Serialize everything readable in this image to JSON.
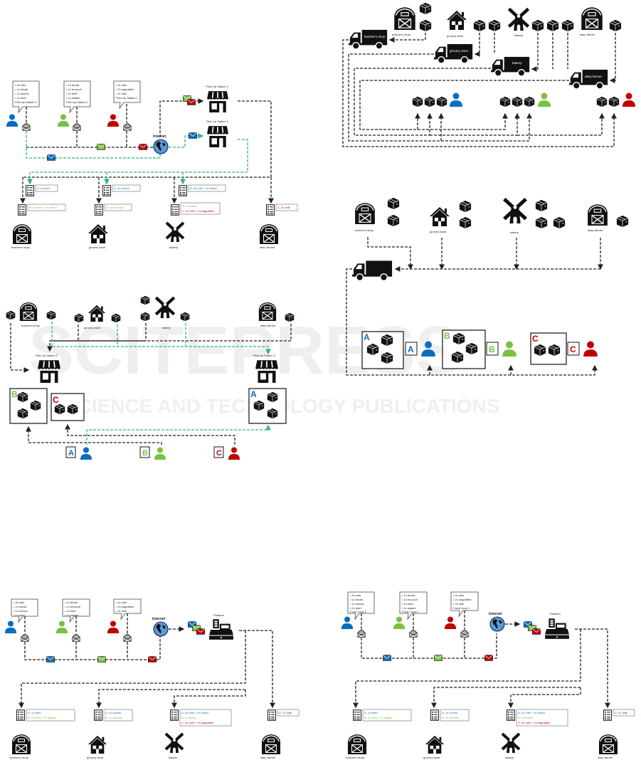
{
  "colors": {
    "customer_a": "#0a6dbf",
    "customer_b": "#7ac143",
    "customer_c": "#c00000",
    "green_flow": "#2fb58a",
    "black": "#111111"
  },
  "watermark": {
    "line1": "SCITEPRESS",
    "line2": "SCIENCE AND TECHNOLOGY PUBLICATIONS"
  },
  "labels": {
    "internet": "Internet",
    "platform": "Platform",
    "pickup1": "Pick-Up Station 1",
    "pickup2": "Pick-Up Station 2",
    "butcher": "butcher's shop",
    "grocery": "grocery store",
    "bakery": "bakery",
    "dairy": "dairy farmer",
    "A": "A",
    "B": "B",
    "C": "C"
  },
  "orders_pickup": {
    "A": [
      "• 3x rolls",
      "• 1x bread",
      "• 1x onions",
      "• 1x beef",
      "Pick-Up Station 2"
    ],
    "B": [
      "• 1x bread",
      "• 1x broccoli",
      "• 1x beef",
      "• 1x salami",
      "Pick-Up Station 1"
    ],
    "C": [
      "• 4x rolls",
      "• 2x baguettes",
      "• 2L milk",
      "Pick-Up Station 1"
    ]
  },
  "orders_platform": {
    "A": [
      "• 3x rolls",
      "• 1x bread",
      "• 1x onions",
      "• 1x beef"
    ],
    "B": [
      "• 1x bread",
      "• 1x broccoli",
      "• 1x beef",
      "• 1x salami"
    ],
    "C": [
      "• 4x rolls",
      "• 2x baguettes",
      "• 2L milk"
    ]
  },
  "orders_foodcoop": {
    "A": [
      "• 3x rolls",
      "• 1x bread",
      "• 1x onions",
      "• 1x beef",
      "Food Coop 2"
    ],
    "B": [
      "• 1x bread",
      "• 1x broccoli",
      "• 1x beef",
      "• 1x salami",
      "Food Coop 1"
    ],
    "C": [
      "• 4x rolls",
      "• 2x baguettes",
      "• 2L milk",
      "Food Coop 1"
    ]
  },
  "vendor_lists": {
    "butcher": {
      "A": "A: 1x beef",
      "B": "B: 1x beef + 1x salami"
    },
    "grocery": {
      "A": "A: 1x onions",
      "B": "B: 1x broccoli"
    },
    "bakery": {
      "A": "A: 3x rolls + 1x bread",
      "B": "B: 1x bread",
      "C": "C: 4x rolls + 2x baguettes"
    },
    "dairy": {
      "C": "C: 2L milk"
    }
  },
  "trucks": {
    "butcher": "butcher's shop",
    "grocery": "grocery store",
    "bakery": "bakery",
    "dairy": "dairy farmer"
  }
}
